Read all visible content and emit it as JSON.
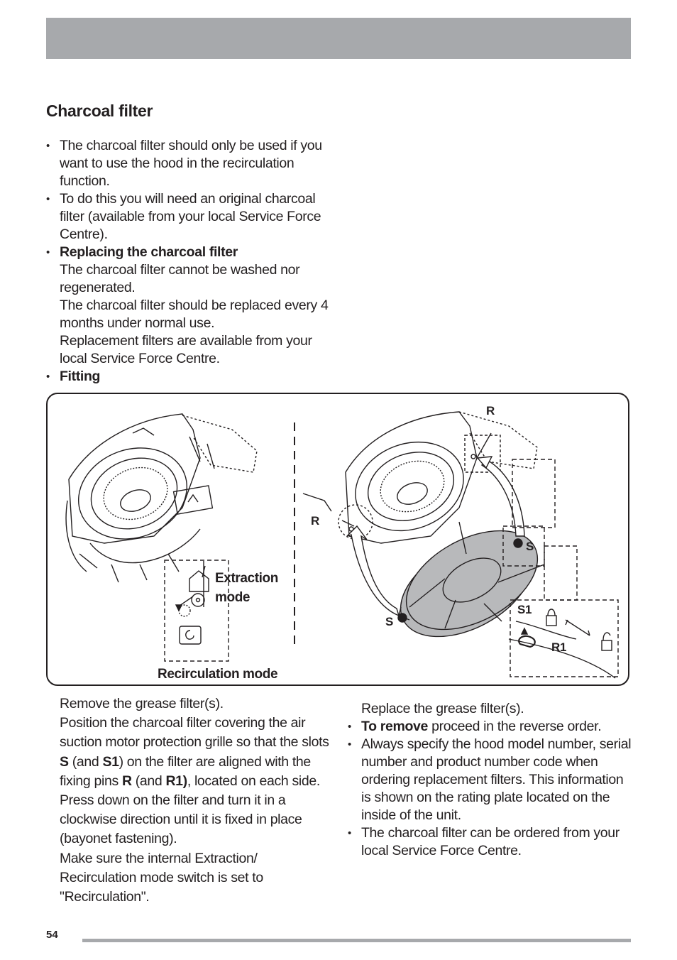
{
  "section_title": "Charcoal filter",
  "intro_bullets": [
    {
      "lines": [
        "The charcoal filter should only be used if you",
        "want to use the hood in the recirculation",
        "function."
      ]
    },
    {
      "lines": [
        "To do this you will need an original charcoal",
        "filter (available from your local Service Force",
        "Centre)."
      ]
    }
  ],
  "replacing": {
    "heading": "Replacing the charcoal filter",
    "lines": [
      "The charcoal filter cannot be washed nor",
      "regenerated.",
      "The charcoal filter should be replaced every 4",
      "months under normal use.",
      "Replacement filters are available from your",
      "local Service Force Centre."
    ]
  },
  "fitting_heading": "Fitting",
  "figure": {
    "label_extraction_line1": "Extraction",
    "label_extraction_line2": "mode",
    "label_recirculation": "Recirculation mode",
    "label_r_top": "R",
    "label_r_left": "R",
    "label_s_right": "S",
    "label_s_left": "S",
    "label_s1": "S1",
    "label_r1": "R1"
  },
  "instructions": {
    "l1": "Remove the grease filter(s).",
    "l2": "Position the charcoal filter covering the air",
    "l3": "suction motor protection grille so that the slots",
    "l4_s": "S",
    "l4_a": " (and ",
    "l4_s1": "S1",
    "l4_b": ") on the filter are aligned with the",
    "l5_a": "fixing pins ",
    "l5_r": "R",
    "l5_b": " (and ",
    "l5_r1": "R1)",
    "l5_c": ", located on each side.",
    "l6": "Press down on the filter and turn it in a",
    "l7": "clockwise direction until it is fixed in place",
    "l8": "(bayonet fastening).",
    "l9": "Make sure the internal Extraction/",
    "l10": "Recirculation mode switch is set to",
    "l11": "\"Recirculation\"."
  },
  "right_column": {
    "replace_line": "Replace the grease filter(s).",
    "remove_bold": "To remove",
    "remove_rest": " proceed in the reverse order.",
    "specify_lines": [
      "Always specify the hood model number, serial",
      "number and product number code when",
      "ordering replacement filters. This information",
      "is shown on the rating plate located on the",
      "inside of the unit."
    ],
    "order_lines": [
      "The charcoal filter can be ordered from your",
      "local Service Force Centre."
    ]
  },
  "page_number": "54"
}
